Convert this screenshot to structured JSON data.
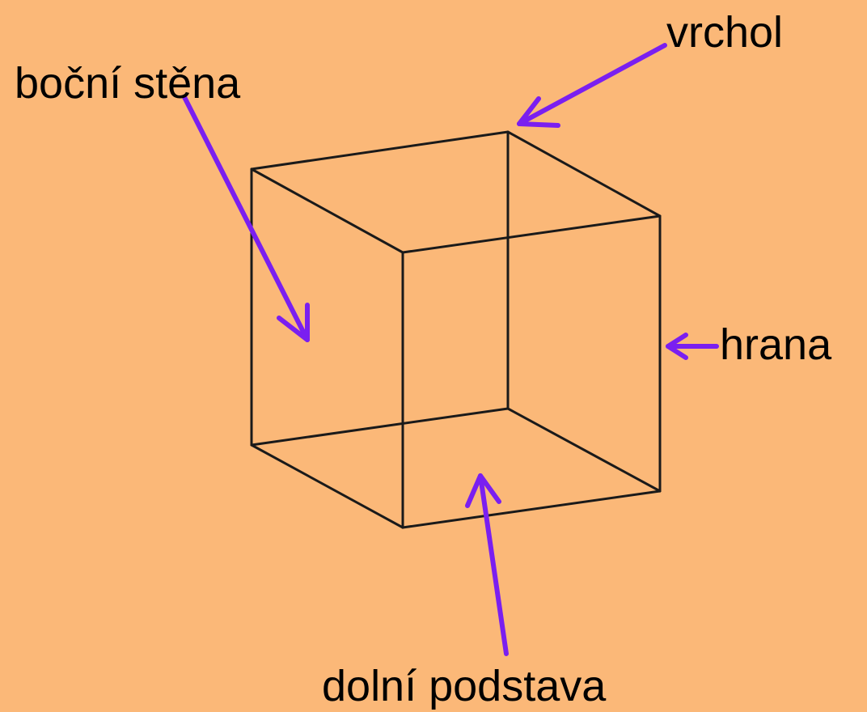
{
  "labels": {
    "lateral_face": "boční stěna",
    "vertex": "vrchol",
    "edge": "hrana",
    "bottom_base": "dolní podstava"
  },
  "colors": {
    "background": "#fbb878",
    "arrow": "#7a1ff0",
    "cube_edges": "#1a1a1a",
    "text": "#000000"
  }
}
